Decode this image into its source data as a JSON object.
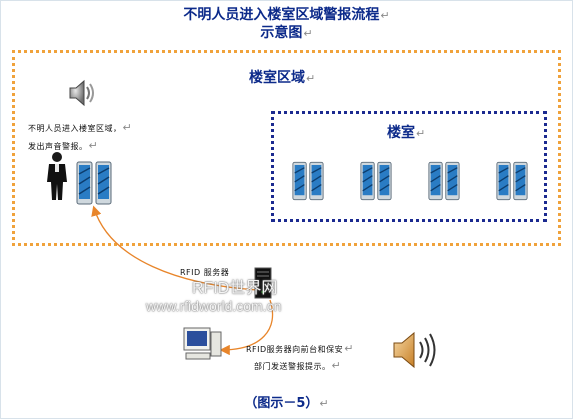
{
  "title_line1": "不明人员进入楼室区域警报流程",
  "title_line2": "示意图",
  "para_mark": "↵",
  "outer_zone_label": "楼室区域",
  "inner_zone_label": "楼室",
  "alarm_text_line1": "不明人员进入楼室区域，",
  "alarm_text_line2": "发出声音警报。",
  "server_label": "RFID 服务器",
  "server_notify_line1": "RFID服务器向前台和保安",
  "server_notify_line2": "部门发送警报提示。",
  "watermark_cn": "RFID世界网",
  "watermark_url": "www.rfidworld.com.cn",
  "caption": "（图示－5）",
  "colors": {
    "title": "#0c2a8a",
    "outer_border": "#f0a23b",
    "inner_border": "#1b2a90",
    "arrow": "#e8852a",
    "gate_glass": "#2a7cc4"
  }
}
